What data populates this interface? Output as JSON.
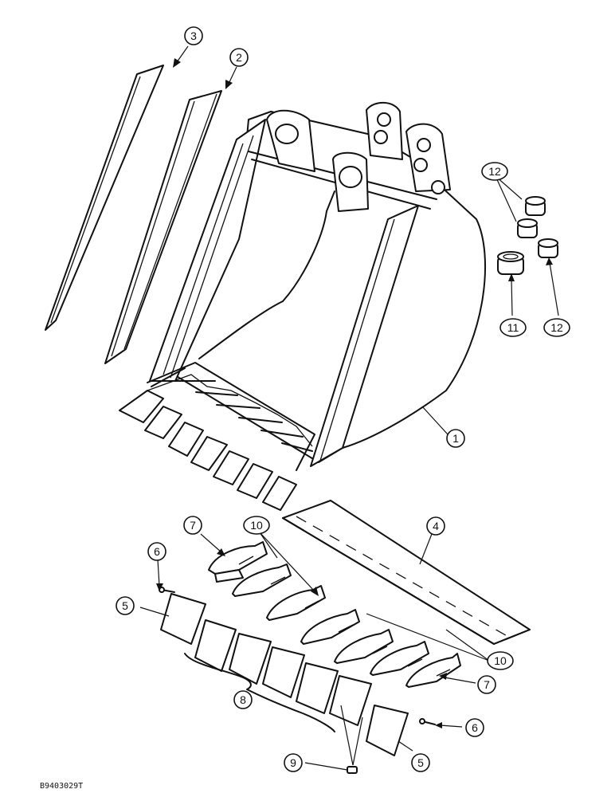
{
  "callouts": {
    "c1": "1",
    "c2": "2",
    "c3": "3",
    "c4": "4",
    "c5a": "5",
    "c5b": "5",
    "c6a": "6",
    "c6b": "6",
    "c7a": "7",
    "c7b": "7",
    "c8": "8",
    "c9": "9",
    "c10a": "10",
    "c10b": "10",
    "c11": "11",
    "c12a": "12",
    "c12b": "12"
  },
  "reference_code": "B9403029T"
}
